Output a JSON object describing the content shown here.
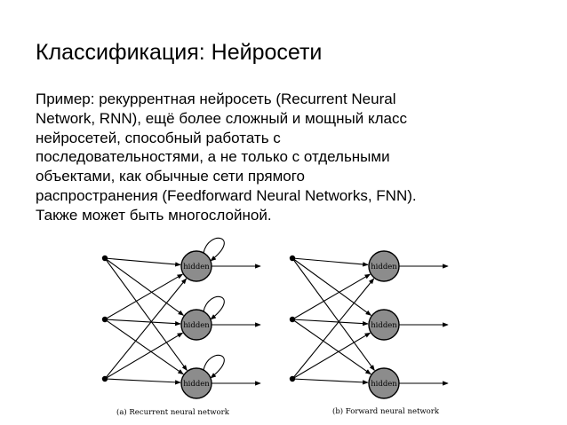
{
  "slide": {
    "title": "Классификация: Нейросети",
    "body_lines": [
      "Пример: рекуррентная нейросеть (Recurrent Neural",
      "Network, RNN), ещё более сложный и мощный класс",
      "нейросетей, способный работать с",
      "последовательностями, а не только с отдельными",
      "объектами, как обычные сети прямого",
      "распространения (Feedforward Neural Networks, FNN).",
      "Также может быть многослойной."
    ]
  },
  "diagram": {
    "node_label": "hidden",
    "left_caption": "(a) Recurrent neural network",
    "right_caption": "(b) Forward neural network",
    "colors": {
      "node_fill": "#8c8c8c",
      "stroke": "#000000"
    }
  }
}
